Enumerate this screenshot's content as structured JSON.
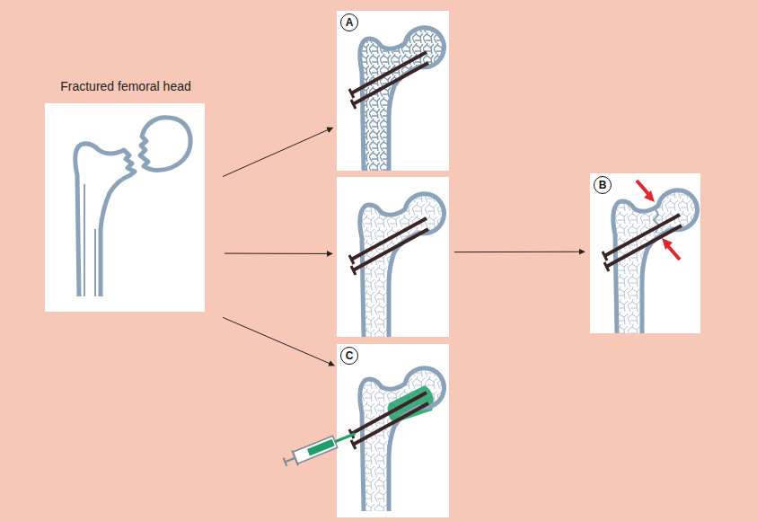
{
  "diagram": {
    "nodes": [
      {
        "text": [
          "Fractured femoral head"
        ]
      },
      {
        "text": [
          "A"
        ]
      },
      {
        "text": []
      },
      {
        "text": [
          "B"
        ]
      },
      {
        "text": [
          "C"
        ]
      }
    ],
    "edges": [
      {
        "from": 0,
        "to": 1,
        "arrow": "to"
      },
      {
        "from": 0,
        "to": 2,
        "arrow": "to"
      },
      {
        "from": 0,
        "to": 4,
        "arrow": "to"
      },
      {
        "from": 2,
        "to": 3,
        "arrow": "to"
      }
    ]
  }
}
